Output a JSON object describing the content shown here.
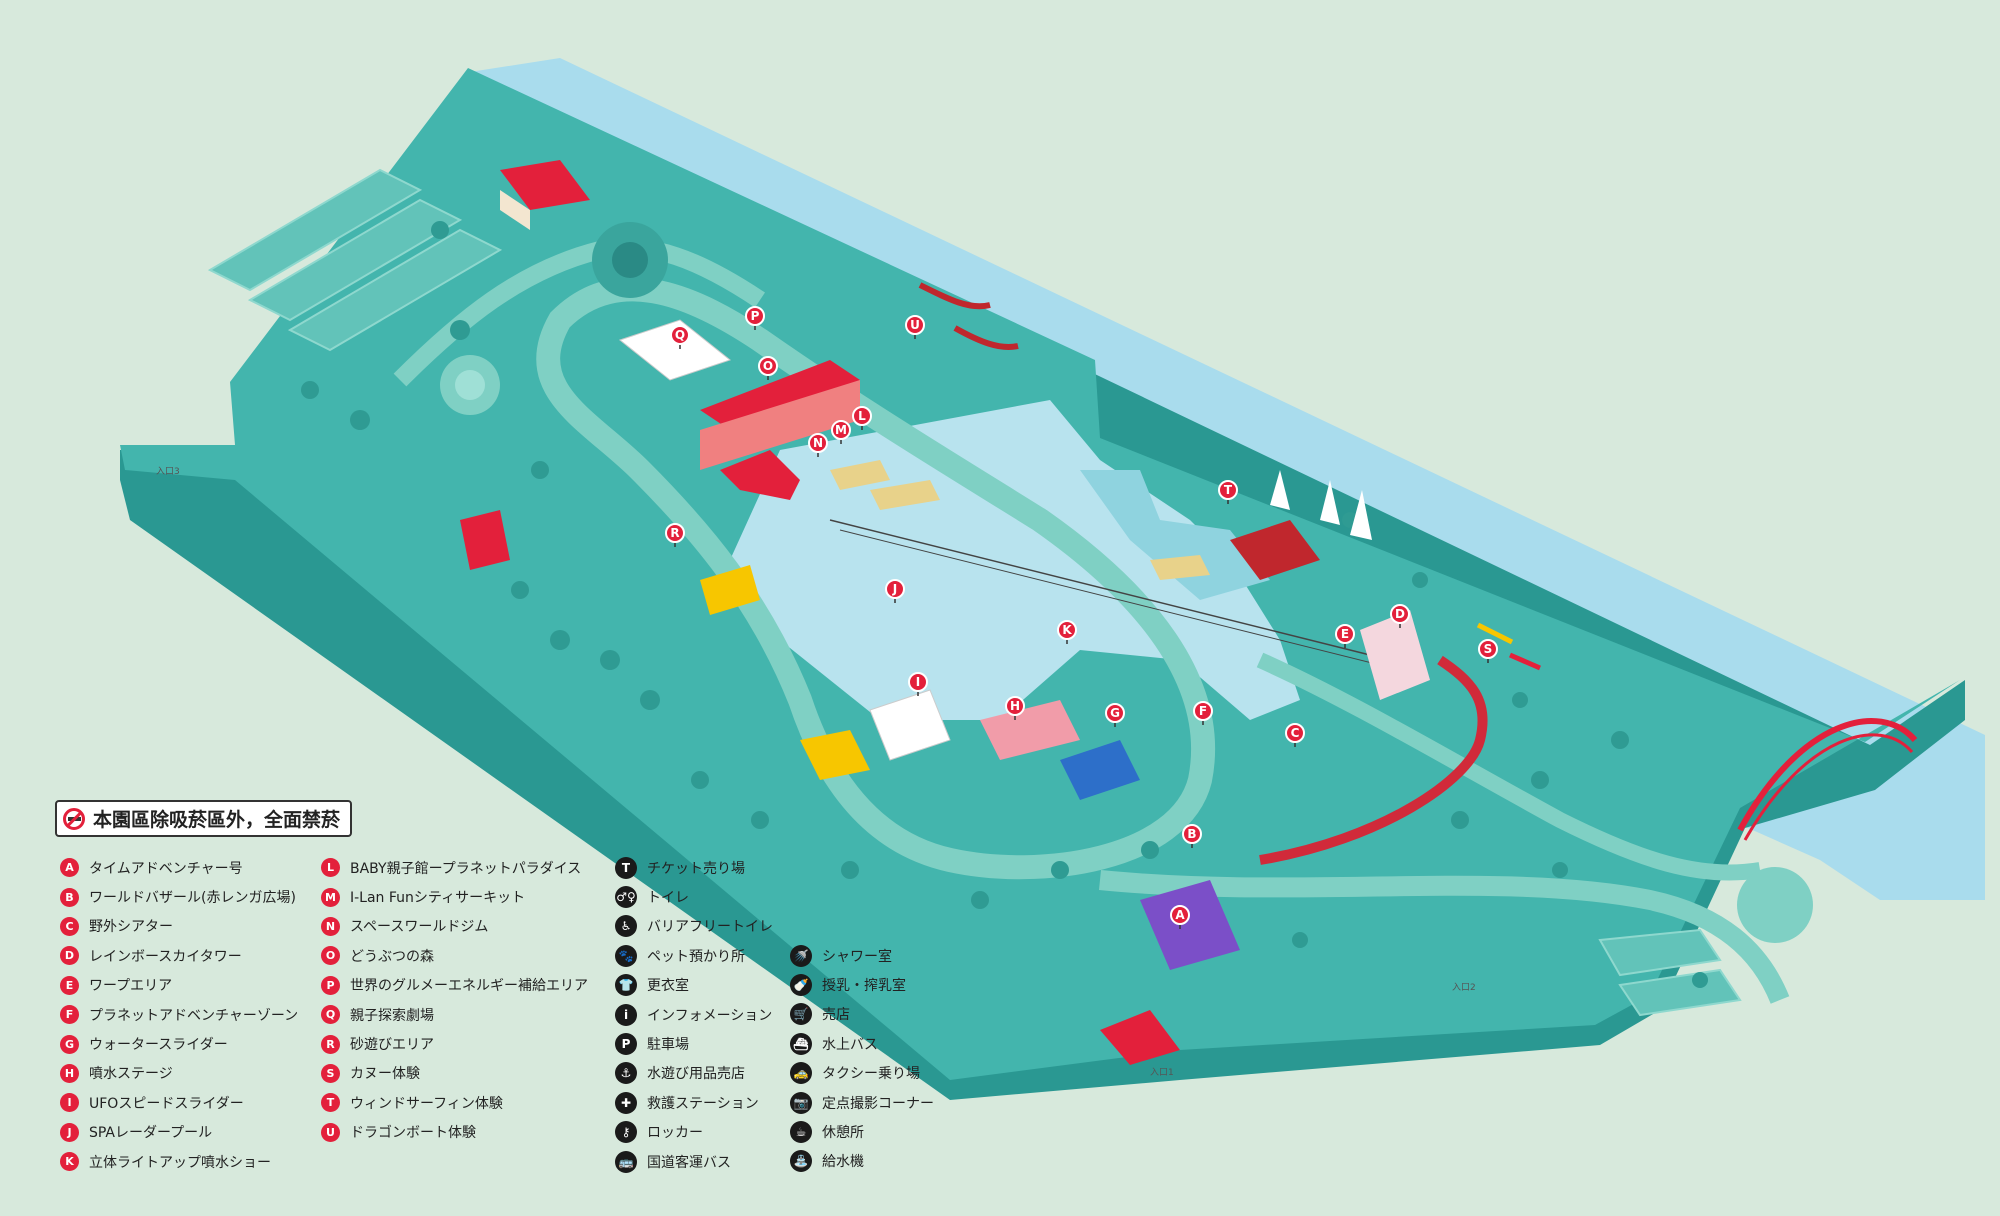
{
  "notice": "本園區除吸菸區外，全面禁菸",
  "entrance_labels": [
    "入口3",
    "入口2",
    "入口1"
  ],
  "colors": {
    "background": "#d7e9dc",
    "land": "#43b5ad",
    "land_edge": "#2a9892",
    "path": "#7fd0c4",
    "water": "#a9dced",
    "lake": "#b8e3ee",
    "pin": "#e3203b"
  },
  "facilities": [
    {
      "code": "A",
      "name": "タイムアドベンチャー号"
    },
    {
      "code": "B",
      "name": "ワールドバザール(赤レンガ広場)"
    },
    {
      "code": "C",
      "name": "野外シアター"
    },
    {
      "code": "D",
      "name": "レインボースカイタワー"
    },
    {
      "code": "E",
      "name": "ワープエリア"
    },
    {
      "code": "F",
      "name": "プラネットアドベンチャーゾーン"
    },
    {
      "code": "G",
      "name": "ウォータースライダー"
    },
    {
      "code": "H",
      "name": "噴水ステージ"
    },
    {
      "code": "I",
      "name": "UFOスピードスライダー"
    },
    {
      "code": "J",
      "name": "SPAレーダープール"
    },
    {
      "code": "K",
      "name": "立体ライトアップ噴水ショー"
    },
    {
      "code": "L",
      "name": "BABY親子館ープラネットパラダイス"
    },
    {
      "code": "M",
      "name": "I-Lan Funシティサーキット"
    },
    {
      "code": "N",
      "name": "スペースワールドジム"
    },
    {
      "code": "O",
      "name": "どうぶつの森"
    },
    {
      "code": "P",
      "name": "世界のグルメーエネルギー補給エリア"
    },
    {
      "code": "Q",
      "name": "親子探索劇場"
    },
    {
      "code": "R",
      "name": "砂遊びエリア"
    },
    {
      "code": "S",
      "name": "カヌー体験"
    },
    {
      "code": "T",
      "name": "ウィンドサーフィン体験"
    },
    {
      "code": "U",
      "name": "ドラゴンボート体験"
    }
  ],
  "services": [
    {
      "icon": "ticket-icon",
      "glyph": "T",
      "name": "チケット売り場"
    },
    {
      "icon": "toilet-icon",
      "glyph": "♂♀",
      "name": "トイレ"
    },
    {
      "icon": "wheelchair-icon",
      "glyph": "♿",
      "name": "バリアフリートイレ"
    },
    {
      "icon": "pet-icon",
      "glyph": "🐾",
      "name": "ペット預かり所"
    },
    {
      "icon": "shirt-icon",
      "glyph": "👕",
      "name": "更衣室"
    },
    {
      "icon": "info-icon",
      "glyph": "i",
      "name": "インフォメーション"
    },
    {
      "icon": "parking-icon",
      "glyph": "P",
      "name": "駐車場"
    },
    {
      "icon": "water-toy-icon",
      "glyph": "⚓",
      "name": "水遊び用品売店"
    },
    {
      "icon": "first-aid-icon",
      "glyph": "✚",
      "name": "救護ステーション"
    },
    {
      "icon": "locker-icon",
      "glyph": "⚷",
      "name": "ロッカー"
    },
    {
      "icon": "bus-icon",
      "glyph": "🚌",
      "name": "国道客運バス"
    },
    {
      "icon": "shower-icon",
      "glyph": "🚿",
      "name": "シャワー室"
    },
    {
      "icon": "nursing-icon",
      "glyph": "🍼",
      "name": "授乳・搾乳室"
    },
    {
      "icon": "shop-icon",
      "glyph": "🛒",
      "name": "売店"
    },
    {
      "icon": "water-bus-icon",
      "glyph": "⛴",
      "name": "水上バス"
    },
    {
      "icon": "taxi-icon",
      "glyph": "🚕",
      "name": "タクシー乗り場"
    },
    {
      "icon": "photo-icon",
      "glyph": "📷",
      "name": "定点撮影コーナー"
    },
    {
      "icon": "rest-icon",
      "glyph": "☕",
      "name": "休憩所"
    },
    {
      "icon": "water-fountain-icon",
      "glyph": "⛲",
      "name": "給水機"
    }
  ]
}
